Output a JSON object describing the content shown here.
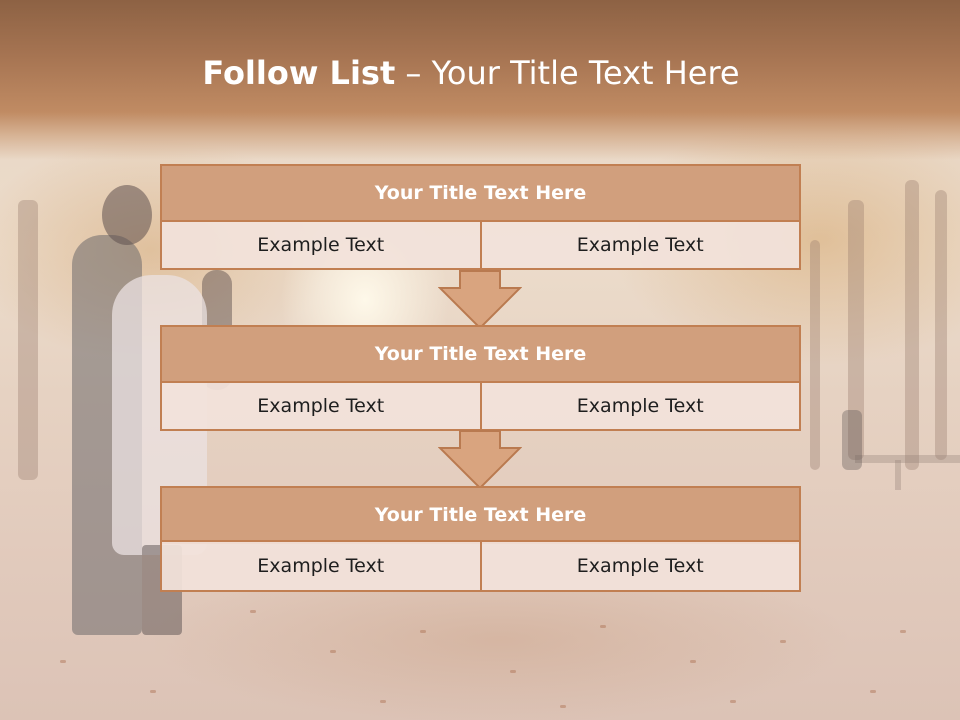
{
  "slide": {
    "title_bold": "Follow List",
    "title_rest": " – Your Title Text Here"
  },
  "flow": {
    "blocks": [
      {
        "title": "Your Title Text Here",
        "left": "Example Text",
        "right": "Example Text"
      },
      {
        "title": "Your Title Text Here",
        "left": "Example Text",
        "right": "Example Text"
      },
      {
        "title": "Your Title Text Here",
        "left": "Example Text",
        "right": "Example Text"
      }
    ]
  },
  "colors": {
    "header_brown": "#a67452",
    "block_title_fill": "#d19f7d",
    "block_border": "#c17f52",
    "cell_fill": "#f2e2da",
    "arrow_fill": "#d9a47f"
  },
  "background": {
    "scene": "autumn-park-photo"
  }
}
